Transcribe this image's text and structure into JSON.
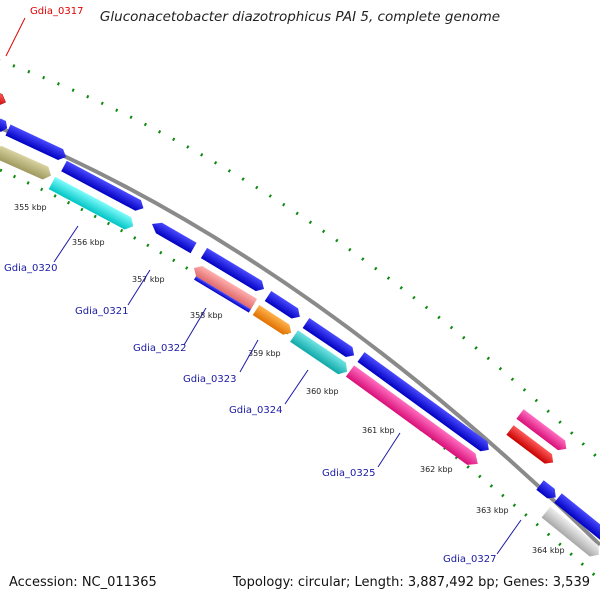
{
  "map": {
    "title": "Gluconacetobacter diazotrophicus PAI 5, complete genome",
    "accession": "Accession: NC_011365",
    "summary": "Topology: circular; Length: 3,887,492 bp; Genes: 3,539"
  },
  "colors": {
    "backbone": "#8a8a8a",
    "tick_dots": "#0d8a0d",
    "kbp_label": "#222222",
    "gene_label": "#1a1aa6",
    "highlight_label": "#e00000",
    "forward_cds": "#0000ff",
    "khaki": "#b9b375",
    "cyan": "#00e5e5",
    "salmon": "#f08080",
    "orange": "#ff8c00",
    "teal": "#20c8c8",
    "magenta": "#ff1493",
    "red": "#ff0000",
    "silver": "#c8c8c8"
  },
  "kbp_ticks": [
    "355 kbp",
    "356 kbp",
    "357 kbp",
    "358 kbp",
    "359 kbp",
    "360 kbp",
    "361 kbp",
    "362 kbp",
    "363 kbp",
    "364 kbp"
  ],
  "gene_labels": [
    {
      "name": "Gdia_0317",
      "highlight": true
    },
    {
      "name": "Gdia_0320",
      "highlight": false
    },
    {
      "name": "Gdia_0321",
      "highlight": false
    },
    {
      "name": "Gdia_0322",
      "highlight": false
    },
    {
      "name": "Gdia_0323",
      "highlight": false
    },
    {
      "name": "Gdia_0324",
      "highlight": false
    },
    {
      "name": "Gdia_0325",
      "highlight": false
    },
    {
      "name": "Gdia_0327",
      "highlight": false
    }
  ]
}
